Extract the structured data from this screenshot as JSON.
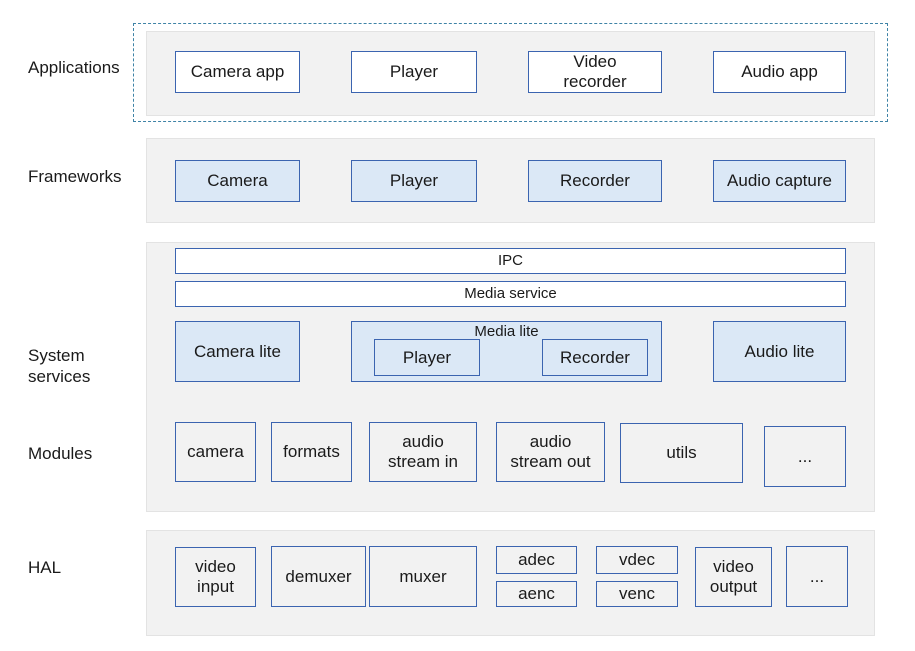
{
  "layers": {
    "applications": "Applications",
    "frameworks": "Frameworks",
    "system_services": "System\nservices",
    "modules": "Modules",
    "hal": "HAL"
  },
  "applications": {
    "camera_app": "Camera app",
    "player": "Player",
    "video_recorder": "Video\nrecorder",
    "audio_app": "Audio app"
  },
  "frameworks": {
    "camera": "Camera",
    "player": "Player",
    "recorder": "Recorder",
    "audio_capture": "Audio capture"
  },
  "system_services": {
    "ipc": "IPC",
    "media_service": "Media service",
    "camera_lite": "Camera lite",
    "media_lite": "Media lite",
    "media_lite_player": "Player",
    "media_lite_recorder": "Recorder",
    "audio_lite": "Audio lite"
  },
  "modules": {
    "camera": "camera",
    "formats": "formats",
    "audio_stream_in": "audio\nstream in",
    "audio_stream_out": "audio\nstream out",
    "utils": "utils",
    "more": "..."
  },
  "hal": {
    "video_input": "video\ninput",
    "demuxer": "demuxer",
    "muxer": "muxer",
    "adec": "adec",
    "aenc": "aenc",
    "vdec": "vdec",
    "venc": "venc",
    "video_output": "video\noutput",
    "more": "..."
  },
  "colors": {
    "box_border": "#3b64b0",
    "framework_fill": "#dbe8f6",
    "panel_fill": "#f2f2f2",
    "dashed_border": "#3f83a6"
  }
}
